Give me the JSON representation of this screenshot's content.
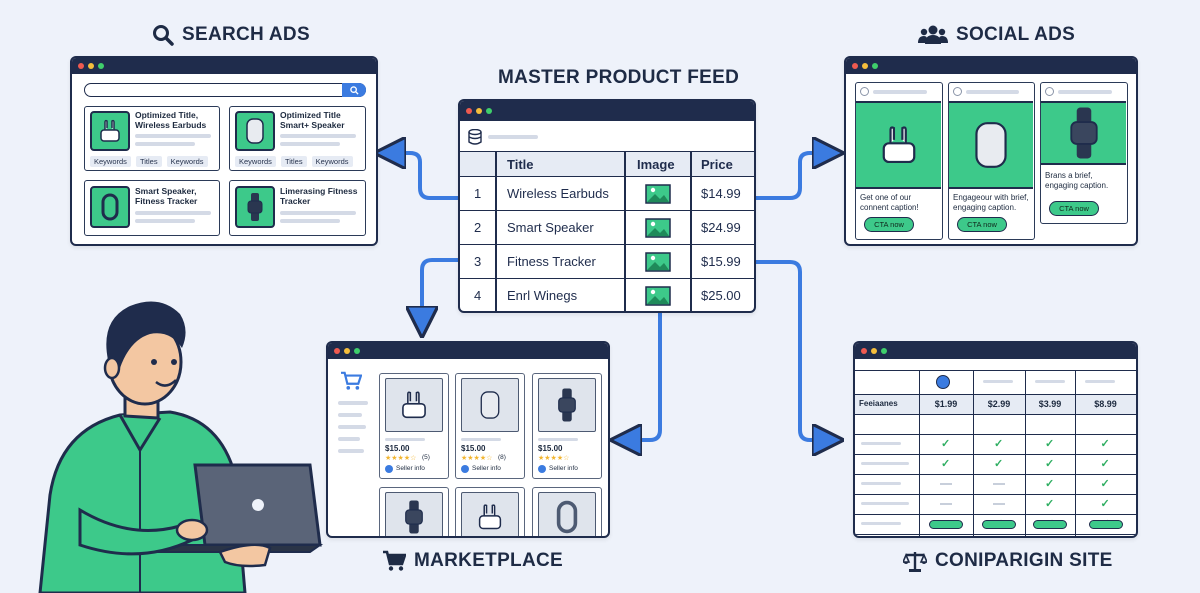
{
  "sections": {
    "search_ads": "SEARCH ADS",
    "master_feed": "MASTER PRODUCT FEED",
    "social_ads": "SOCIAL ADS",
    "marketplace": "MARKETPLACE",
    "comparison": "CONIPARIGIN SITE"
  },
  "search_ads": {
    "cards": [
      {
        "title": "Optimized Title, Wireless Earbuds",
        "chips": [
          "Keywords",
          "Titles",
          "Keywords"
        ]
      },
      {
        "title": "Optimized Title Smart+ Speaker",
        "chips": [
          "Keywords",
          "Titles",
          "Keywords"
        ]
      },
      {
        "title": "Smart Speaker, Fitness Tracker",
        "chips": []
      },
      {
        "title": "Limerasing Fitness Tracker",
        "chips": []
      }
    ]
  },
  "feed": {
    "headers": {
      "title": "Title",
      "image": "Image",
      "price": "Price"
    },
    "rows": [
      {
        "num": "1",
        "title": "Wireless Earbuds",
        "price": "$14.99"
      },
      {
        "num": "2",
        "title": "Smart Speaker",
        "price": "$24.99"
      },
      {
        "num": "3",
        "title": "Fitness Tracker",
        "price": "$15.99"
      },
      {
        "num": "4",
        "title": "Enrl Winegs",
        "price": "$25.00"
      }
    ]
  },
  "social_ads": {
    "cards": [
      {
        "caption": "Get one of our connent caption!",
        "cta": "CTA now"
      },
      {
        "caption": "Engageour with brief, engaging caption.",
        "cta": "CTA now"
      },
      {
        "caption": "Brans a brief, engaging caption.",
        "cta": "CTA now"
      }
    ]
  },
  "marketplace": {
    "products": [
      {
        "price": "$15.00",
        "stars": "★★★★☆",
        "count": "(5)",
        "seller": "Seller info"
      },
      {
        "price": "$15.00",
        "stars": "★★★★☆",
        "count": "(8)",
        "seller": "Seller info"
      },
      {
        "price": "$15.00",
        "stars": "★★★★☆",
        "count": "",
        "seller": "Seller info"
      }
    ]
  },
  "comparison": {
    "row_label": "Feeiaanes",
    "prices": [
      "$1.99",
      "$2.99",
      "$3.99",
      "$8.99"
    ]
  },
  "icons": [
    "search-icon",
    "people-icon",
    "database-icon",
    "cart-icon",
    "scales-icon",
    "image-icon"
  ],
  "colors": {
    "accent_green": "#3dc98a",
    "navy": "#1f2c4c",
    "arrow_blue": "#3b7be0",
    "background": "#eef2fa"
  }
}
